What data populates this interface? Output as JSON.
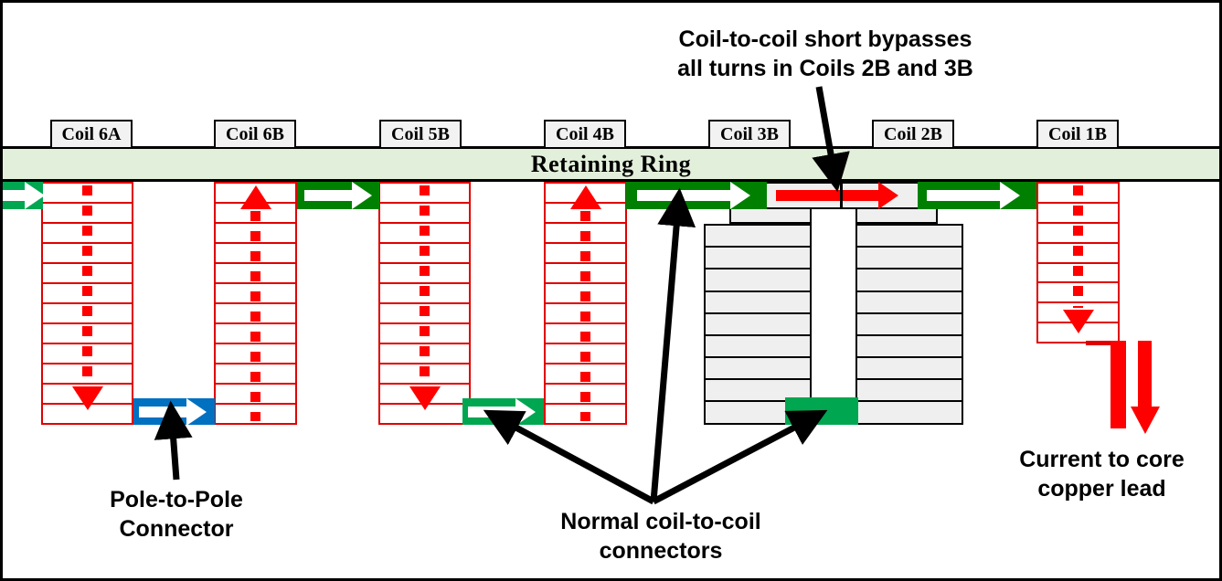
{
  "diagram": {
    "ring_label": "Retaining Ring",
    "coils": [
      {
        "id": "coil-6a",
        "label": "Coil 6A",
        "style": "red",
        "direction": "down"
      },
      {
        "id": "coil-6b",
        "label": "Coil 6B",
        "style": "red",
        "direction": "up"
      },
      {
        "id": "coil-5b",
        "label": "Coil 5B",
        "style": "red",
        "direction": "down"
      },
      {
        "id": "coil-4b",
        "label": "Coil 4B",
        "style": "red",
        "direction": "up"
      },
      {
        "id": "coil-3b",
        "label": "Coil 3B",
        "style": "gray",
        "direction": "none"
      },
      {
        "id": "coil-2b",
        "label": "Coil 2B",
        "style": "gray",
        "direction": "none"
      },
      {
        "id": "coil-1b",
        "label": "Coil 1B",
        "style": "red",
        "direction": "down"
      }
    ],
    "connectors": [
      {
        "id": "connector-left-edge",
        "kind": "coil-to-coil",
        "color": "#00a650",
        "arrow": "white",
        "position": "top-left-edge"
      },
      {
        "id": "connector-6a-6b",
        "kind": "pole-to-pole",
        "color": "#0070c0",
        "arrow": "white",
        "position": "bottom"
      },
      {
        "id": "connector-6b-5b",
        "kind": "coil-to-coil",
        "color": "#008000",
        "arrow": "white",
        "position": "top"
      },
      {
        "id": "connector-5b-4b",
        "kind": "coil-to-coil",
        "color": "#00a650",
        "arrow": "white",
        "position": "bottom"
      },
      {
        "id": "connector-4b-3b",
        "kind": "coil-to-coil",
        "color": "#008000",
        "arrow": "white",
        "position": "top"
      },
      {
        "id": "connector-short-3b-2b",
        "kind": "short-bypass",
        "color": "#efefef",
        "arrow": "red",
        "position": "top"
      },
      {
        "id": "connector-3b-2b-bottom",
        "kind": "coil-to-coil",
        "color": "#00a650",
        "arrow": "none",
        "position": "bottom"
      },
      {
        "id": "connector-2b-1b",
        "kind": "coil-to-coil",
        "color": "#008000",
        "arrow": "white",
        "position": "top"
      }
    ],
    "annotations": {
      "short_note": "Coil-to-coil short bypasses\nall turns in Coils 2B and 3B",
      "short_note_line1": "Coil-to-coil short bypasses",
      "short_note_line2": "all turns in Coils 2B and 3B",
      "pole_note_line1": "Pole-to-Pole",
      "pole_note_line2": "Connector",
      "normal_note_line1": "Normal coil-to-coil",
      "normal_note_line2": "connectors",
      "lead_note_line1": "Current to core",
      "lead_note_line2": "copper lead"
    },
    "colors": {
      "active_coil": "#e00000",
      "current_red": "#ff0000",
      "connector_dark_green": "#008000",
      "connector_mid_green": "#00a650",
      "pole_connector_blue": "#0070c0",
      "ring_fill": "#e2efda",
      "shorted_coil_fill": "#efefef"
    }
  }
}
